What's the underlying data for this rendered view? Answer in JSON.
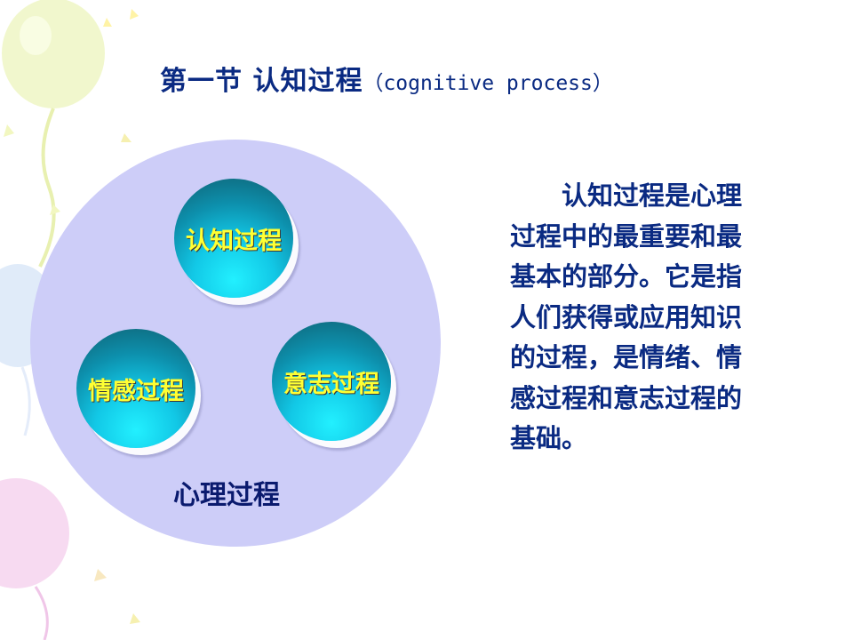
{
  "title": {
    "chinese": "第一节  认知过程",
    "english": "（cognitive process）"
  },
  "diagram": {
    "outer_label": "心理过程",
    "nodes": [
      {
        "label": "认知过程"
      },
      {
        "label": "情感过程"
      },
      {
        "label": "意志过程"
      }
    ]
  },
  "description": "认知过程是心理过程中的最重要和最基本的部分。它是指人们获得或应用知识的过程，是情绪、情感过程和意志过程的基础。",
  "colors": {
    "title": "#0a2a82",
    "outer_circle": "#cdcdf8",
    "node_text": "#ffff33",
    "node_fill": "#12c8e6"
  }
}
